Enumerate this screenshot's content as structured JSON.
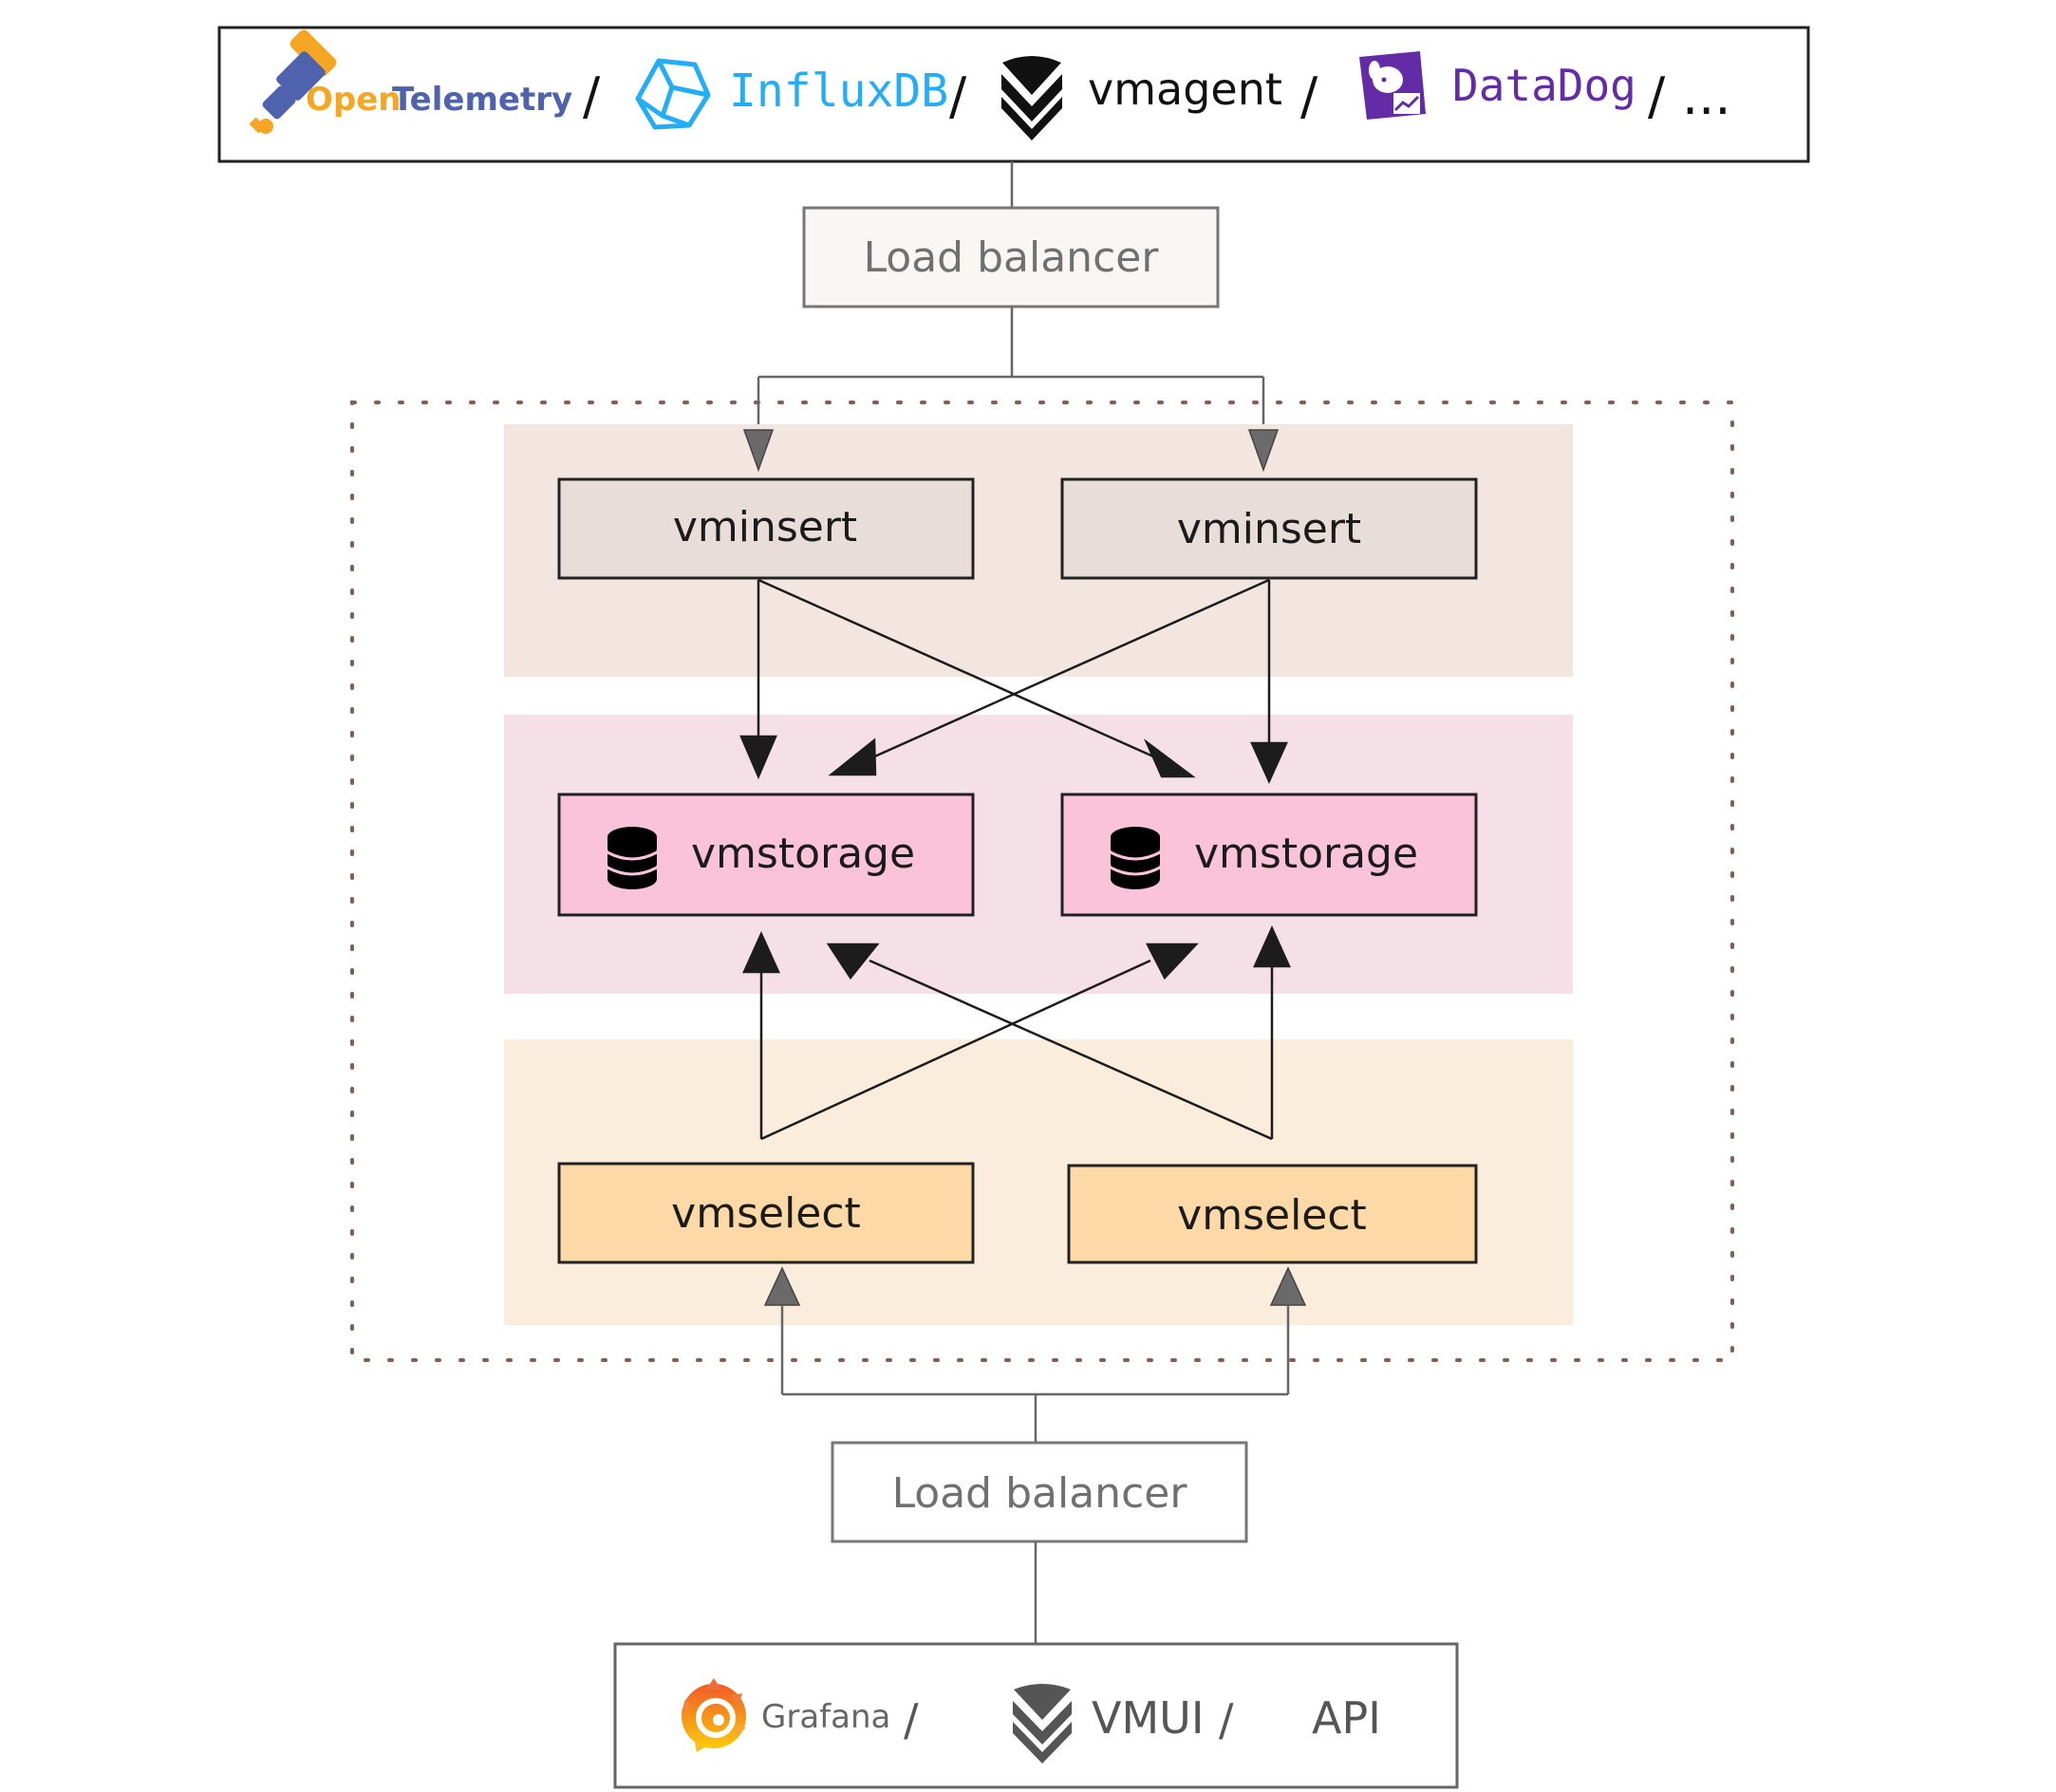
{
  "sources": {
    "items": [
      {
        "name": "OpenTelemetry",
        "part1": "Open",
        "part2": "Telemetry",
        "icon": "opentelemetry-logo-icon"
      },
      {
        "name": "InfluxDB",
        "icon": "influxdb-logo-icon"
      },
      {
        "name": "vmagent",
        "icon": "victoriametrics-logo-icon"
      },
      {
        "name": "DataDog",
        "icon": "datadog-logo-icon"
      }
    ],
    "separator": "/",
    "more": "..."
  },
  "load_balancer_top": {
    "label": "Load balancer"
  },
  "cluster": {
    "vminsert": [
      {
        "label": "vminsert"
      },
      {
        "label": "vminsert"
      }
    ],
    "vmstorage": [
      {
        "label": "vmstorage",
        "icon": "database-icon"
      },
      {
        "label": "vmstorage",
        "icon": "database-icon"
      }
    ],
    "vmselect": [
      {
        "label": "vmselect"
      },
      {
        "label": "vmselect"
      }
    ]
  },
  "load_balancer_bottom": {
    "label": "Load balancer"
  },
  "consumers": {
    "items": [
      {
        "name": "Grafana",
        "icon": "grafana-logo-icon"
      },
      {
        "name": "VMUI",
        "icon": "victoriametrics-logo-icon"
      },
      {
        "name": "API"
      }
    ],
    "separator": "/"
  },
  "colors": {
    "insert_band": "#F3E6E0",
    "storage_band": "#F5E0E8",
    "select_band": "#FBEDDC",
    "vminsert_box": "#E8DDD9",
    "vmstorage_box": "#FBC3D9",
    "vmselect_box": "#FDD9A8",
    "cluster_border": "#7F5F5A"
  }
}
